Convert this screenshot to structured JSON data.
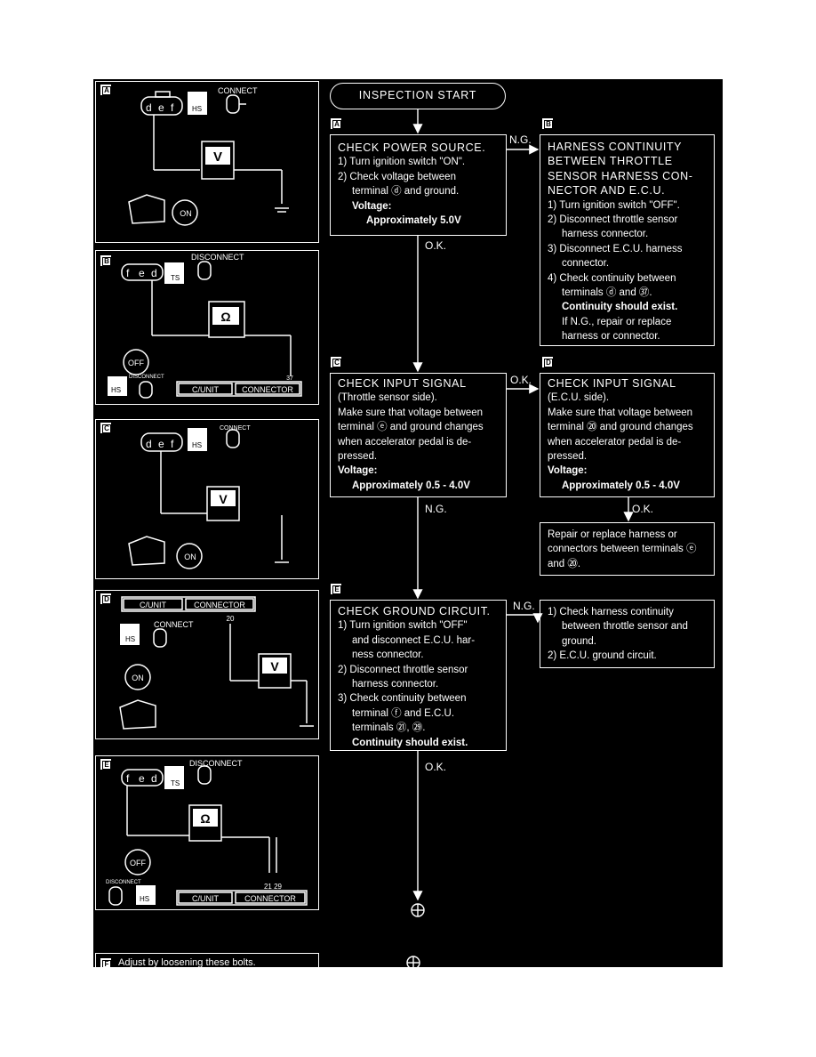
{
  "start": "INSPECTION START",
  "steps": {
    "A": {
      "tag": "A",
      "title": "CHECK POWER SOURCE.",
      "lines": [
        "1) Turn ignition switch \"ON\".",
        "2) Check voltage between",
        "terminal ⓓ and ground."
      ],
      "spec_label": "Voltage:",
      "spec_value": "Approximately 5.0V"
    },
    "B": {
      "tag": "B",
      "title_lines": [
        "HARNESS CONTINUITY",
        "BETWEEN THROTTLE",
        "SENSOR HARNESS CON-",
        "NECTOR AND E.C.U."
      ],
      "lines": [
        "1) Turn ignition switch \"OFF\".",
        "2) Disconnect throttle sensor",
        "harness connector.",
        "3) Disconnect E.C.U. harness",
        "connector.",
        "4) Check continuity between",
        "terminals ⓓ and ㊲."
      ],
      "bold": "Continuity should exist.",
      "extra": [
        "If N.G., repair or replace",
        "harness or connector."
      ]
    },
    "C": {
      "tag": "C",
      "title": "CHECK INPUT SIGNAL",
      "lines": [
        "(Throttle sensor side).",
        "Make sure that voltage between",
        "terminal ⓔ and ground changes",
        "when accelerator pedal is de-",
        "pressed."
      ],
      "spec_label": "Voltage:",
      "spec_value": "Approximately 0.5 - 4.0V"
    },
    "D": {
      "tag": "D",
      "title": "CHECK INPUT SIGNAL",
      "lines": [
        "(E.C.U. side).",
        "Make sure that voltage between",
        "terminal ⑳ and ground changes",
        "when accelerator pedal is de-",
        "pressed."
      ],
      "spec_label": "Voltage:",
      "spec_value": "Approximately 0.5 - 4.0V"
    },
    "repair": [
      "Repair or replace harness or",
      "connectors between terminals ⓔ",
      "and ⑳."
    ],
    "E": {
      "tag": "E",
      "title": "CHECK GROUND CIRCUIT.",
      "lines": [
        "1) Turn ignition switch \"OFF\"",
        "and disconnect E.C.U. har-",
        "ness connector.",
        "2) Disconnect throttle sensor",
        "harness connector.",
        "3) Check continuity between",
        "terminal ⓕ and E.C.U.",
        "terminals ㉑, ㉙."
      ],
      "bold": "Continuity should exist."
    },
    "ground_fix": [
      "1) Check harness continuity",
      "between throttle sensor and",
      "ground.",
      "2) E.C.U. ground circuit."
    ]
  },
  "flow_labels": {
    "ng1": "N.G.",
    "ok1": "O.K.",
    "ok2": "O.K.",
    "ng2": "N.G.",
    "ok3": "O.K.",
    "ng3": "N.G.",
    "ok4": "O.K."
  },
  "diagrams": {
    "A": {
      "tag": "A",
      "connector": [
        "d",
        "e",
        "f"
      ],
      "action": "CONNECT",
      "meter": "V",
      "switch": "ON",
      "sensor": "HS"
    },
    "B": {
      "tag": "B",
      "connector": [
        "f",
        "e",
        "d"
      ],
      "action": "DISCONNECT",
      "meter": "Ω",
      "switch": "OFF",
      "sensor": "TS",
      "action2": "DISCONNECT",
      "sensor2": "HS",
      "cunit": "C/UNIT",
      "conn": "CONNECTOR",
      "pin": "37"
    },
    "C": {
      "tag": "C",
      "connector": [
        "d",
        "e",
        "f"
      ],
      "action": "CONNECT",
      "meter": "V",
      "switch": "ON",
      "sensor": "HS"
    },
    "D": {
      "tag": "D",
      "cunit": "C/UNIT",
      "conn": "CONNECTOR",
      "pin": "20",
      "action": "CONNECT",
      "meter": "V",
      "switch": "ON",
      "sensor": "HS"
    },
    "E": {
      "tag": "E",
      "connector": [
        "f",
        "e",
        "d"
      ],
      "action": "DISCONNECT",
      "meter": "Ω",
      "switch": "OFF",
      "sensor": "TS",
      "action2": "DISCONNECT",
      "sensor2": "HS",
      "cunit": "C/UNIT",
      "conn": "CONNECTOR",
      "pins": "21 29"
    },
    "F": {
      "tag": "F",
      "text": "Adjust by loosening these bolts."
    }
  }
}
